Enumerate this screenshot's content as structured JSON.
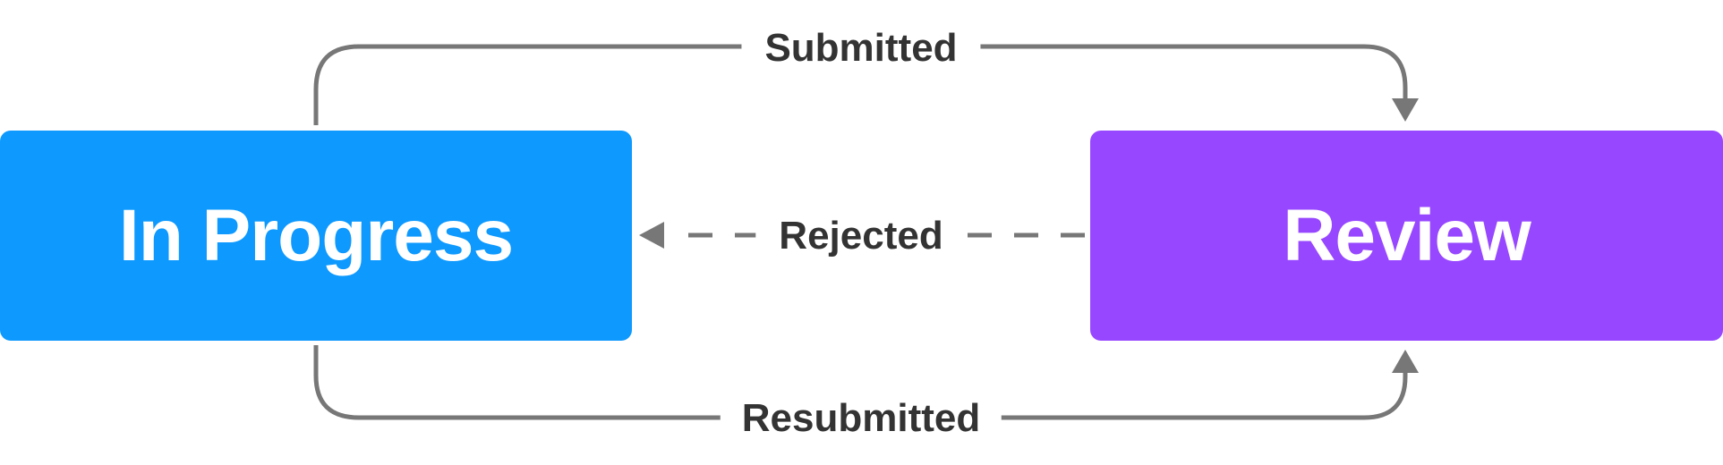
{
  "nodes": {
    "in_progress": {
      "label": "In Progress",
      "color": "#0e99fe"
    },
    "review": {
      "label": "Review",
      "color": "#9747ff"
    }
  },
  "edges": {
    "submitted": {
      "label": "Submitted",
      "from": "In Progress",
      "to": "Review",
      "style": "solid"
    },
    "rejected": {
      "label": "Rejected",
      "from": "Review",
      "to": "In Progress",
      "style": "dashed"
    },
    "resubmitted": {
      "label": "Resubmitted",
      "from": "In Progress",
      "to": "Review",
      "style": "solid"
    }
  },
  "colors": {
    "edge": "#777777",
    "text": "#333333",
    "background": "#ffffff"
  }
}
